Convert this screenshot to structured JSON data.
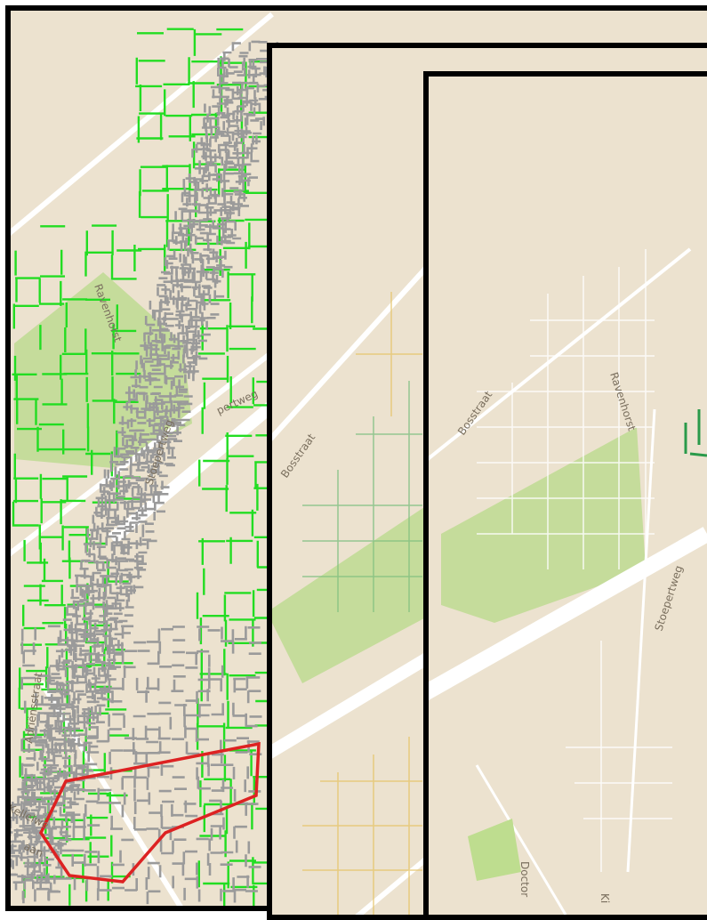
{
  "map_colors": {
    "land": "#ece2cf",
    "park": "#c5dc9b",
    "road": "#ffffff",
    "network_green": "#22dd22",
    "network_grey": "#9a9a9a",
    "boundary_red": "#dd2222",
    "frame": "#000000"
  },
  "panels": {
    "back": {
      "labels": {
        "ravenhorst": "Ravenhorst",
        "stoepertweg": "Stoepertweg",
        "stoepertweg_east": "pertweg",
        "adrienstraat": "Adriënsstraat",
        "left_street_a": "Kellelwe",
        "left_street_b": "aan"
      },
      "legend": {
        "green_series": "",
        "grey_series": ""
      }
    },
    "middle": {
      "labels": {
        "bosstraat": "Bosstraat"
      }
    },
    "front": {
      "labels": {
        "bosstraat": "Bosstraat",
        "ravenhorst": "Ravenhorst",
        "stoepertweg": "Stoepertweg",
        "doctor": "Doctor",
        "bottom_street": "Ki"
      }
    }
  }
}
